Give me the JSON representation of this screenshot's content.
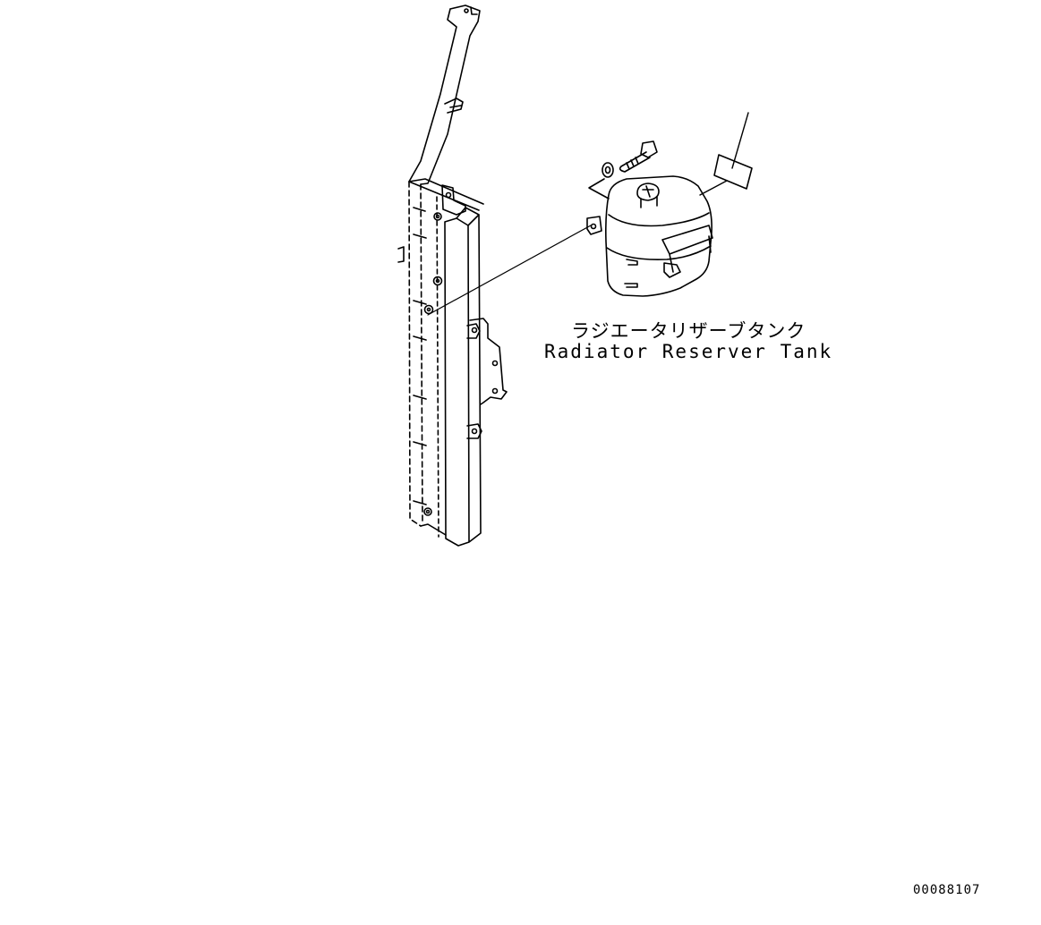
{
  "diagram": {
    "part_label_jp": "ラジエータリザーブタンク",
    "part_label_en": "Radiator Reserver Tank",
    "figure_number": "00088107"
  },
  "colors": {
    "line": "#000000",
    "background": "#ffffff"
  }
}
